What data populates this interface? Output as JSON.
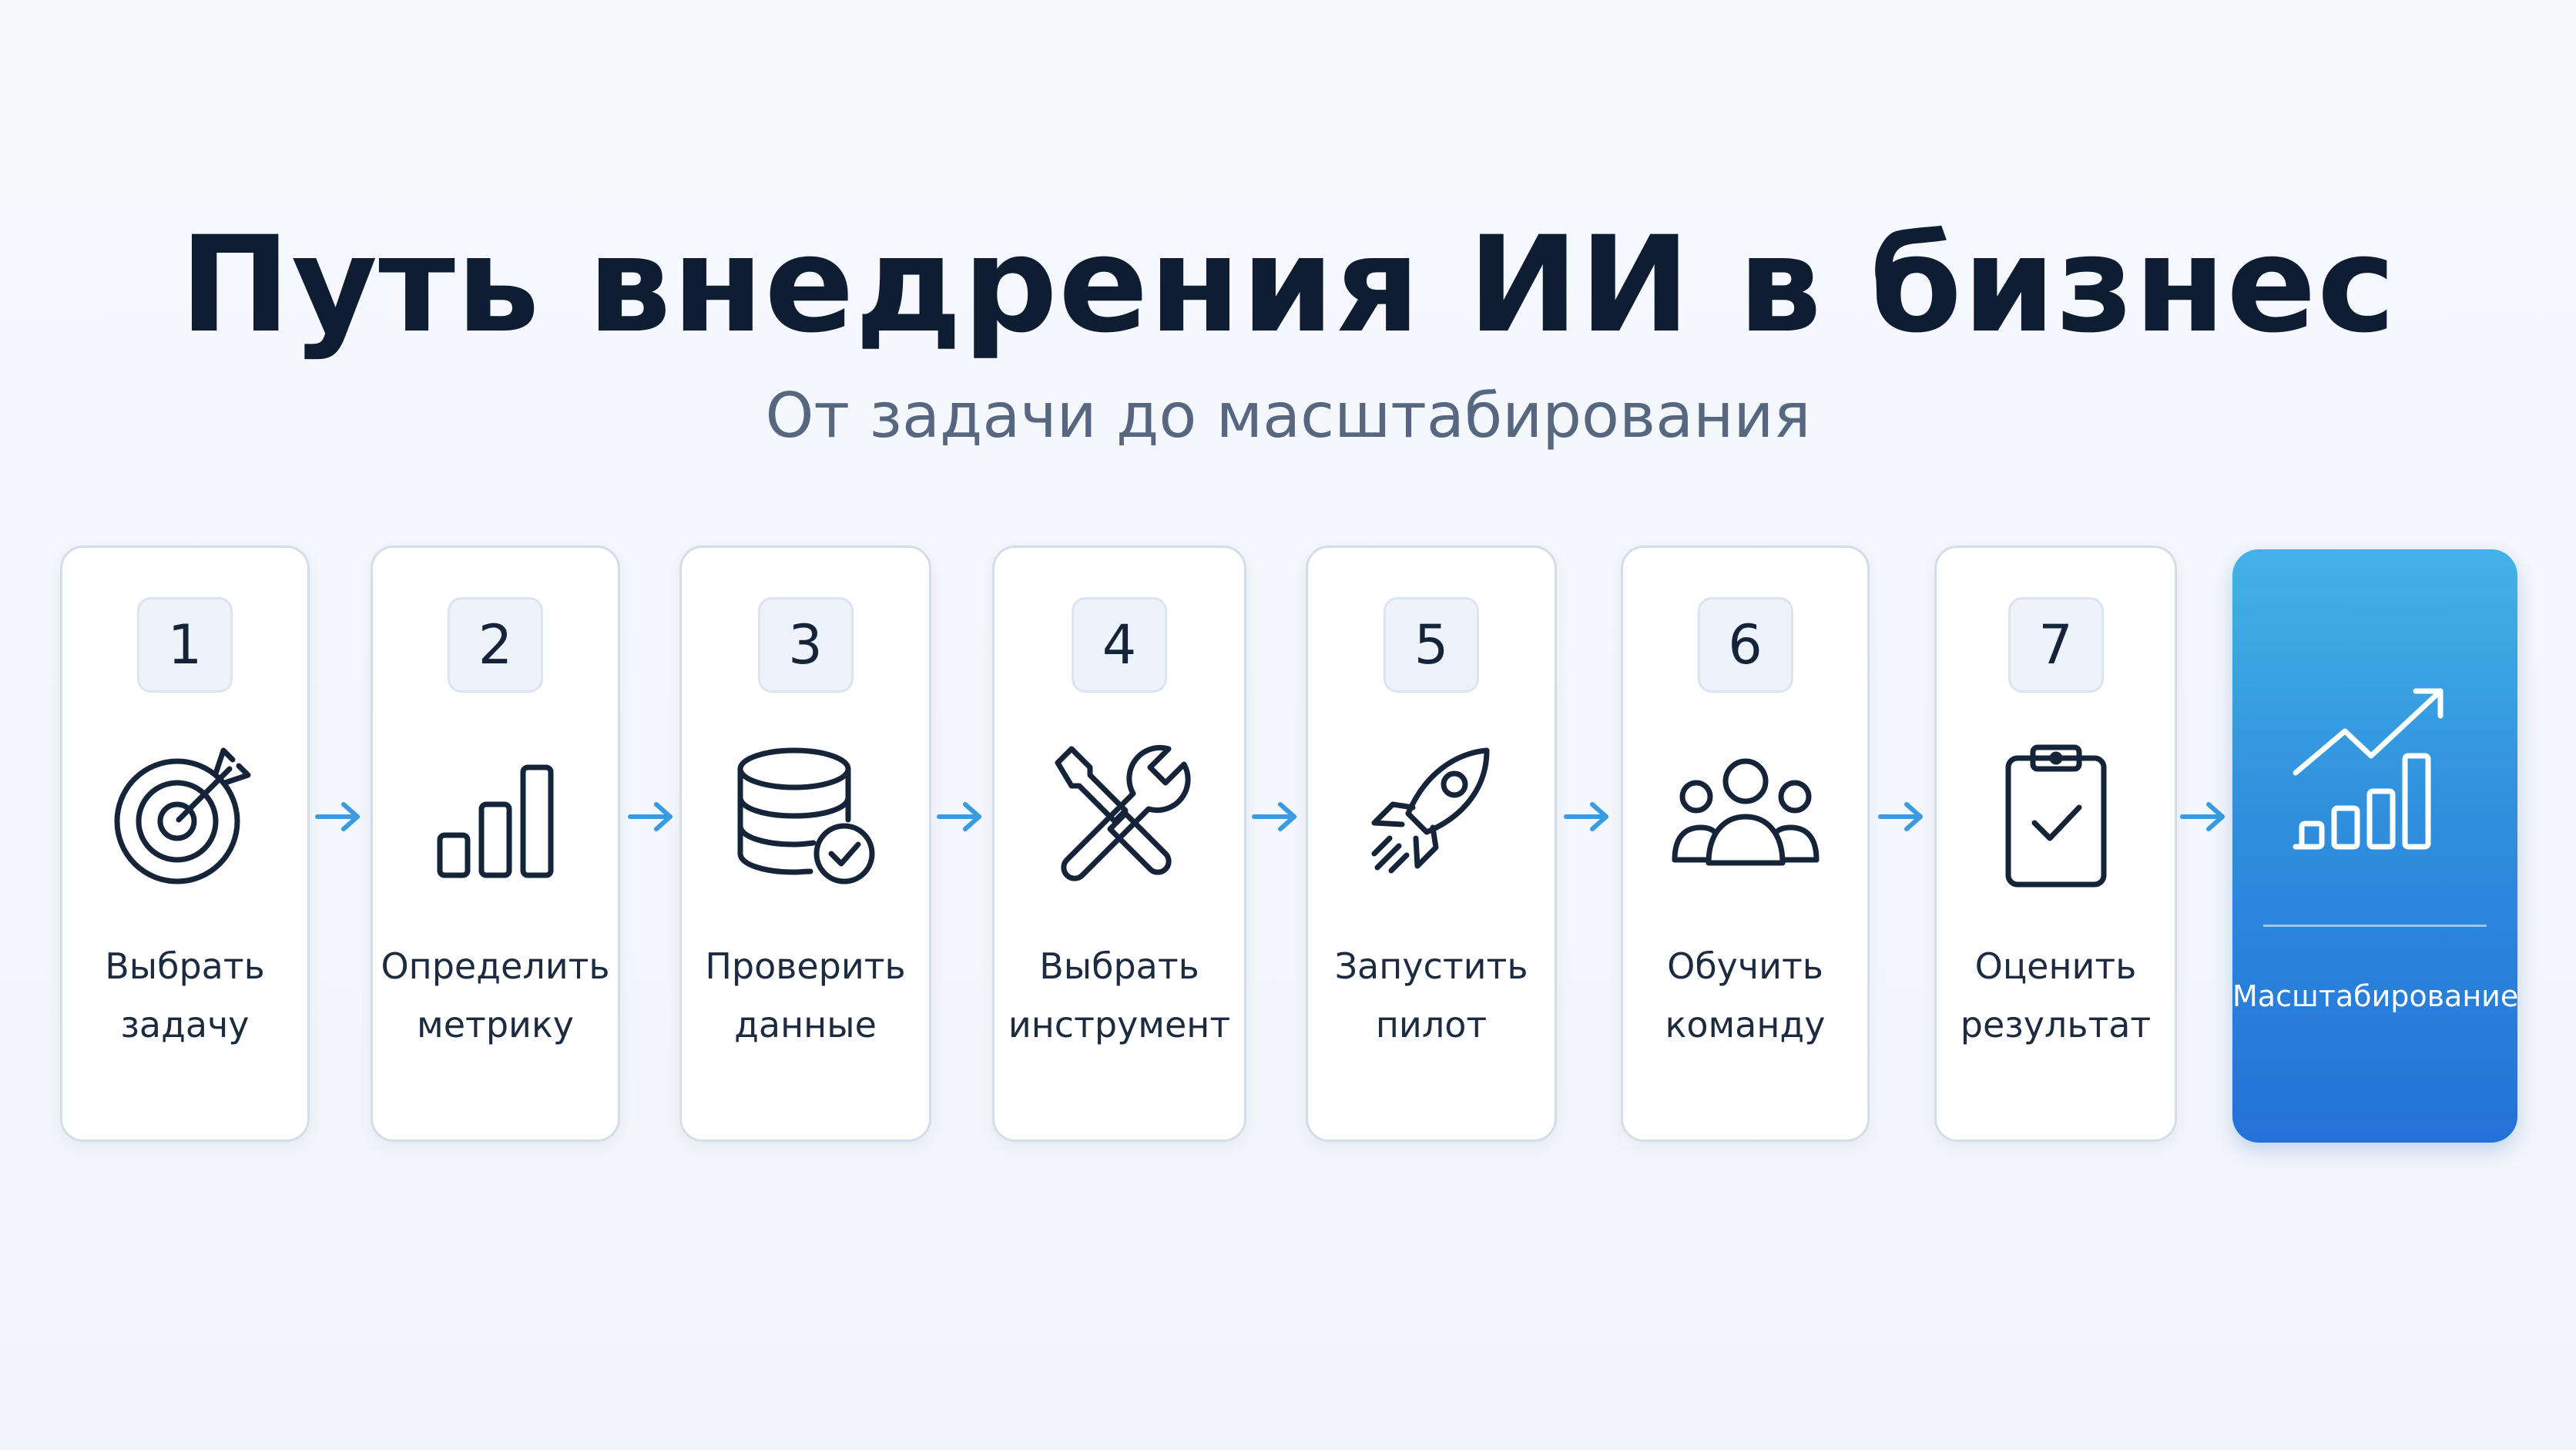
{
  "header": {
    "title": "Путь внедрения ИИ в бизнес",
    "subtitle": "От задачи до масштабирования"
  },
  "colors": {
    "accent": "#2f8fdd",
    "arrow": "#3a9be0",
    "text": "#0f1d33"
  },
  "steps": [
    {
      "number": "1",
      "icon": "target-icon",
      "line1": "Выбрать",
      "line2": "задачу"
    },
    {
      "number": "2",
      "icon": "bar-chart-icon",
      "line1": "Определить",
      "line2": "метрику"
    },
    {
      "number": "3",
      "icon": "database-check-icon",
      "line1": "Проверить",
      "line2": "данные"
    },
    {
      "number": "4",
      "icon": "tools-icon",
      "line1": "Выбрать",
      "line2": "инструмент"
    },
    {
      "number": "5",
      "icon": "rocket-icon",
      "line1": "Запустить",
      "line2": "пилот"
    },
    {
      "number": "6",
      "icon": "team-icon",
      "line1": "Обучить",
      "line2": "команду"
    },
    {
      "number": "7",
      "icon": "clipboard-check-icon",
      "line1": "Оценить",
      "line2": "результат"
    }
  ],
  "final_step": {
    "icon": "growth-chart-icon",
    "label": "Масштабирование"
  }
}
